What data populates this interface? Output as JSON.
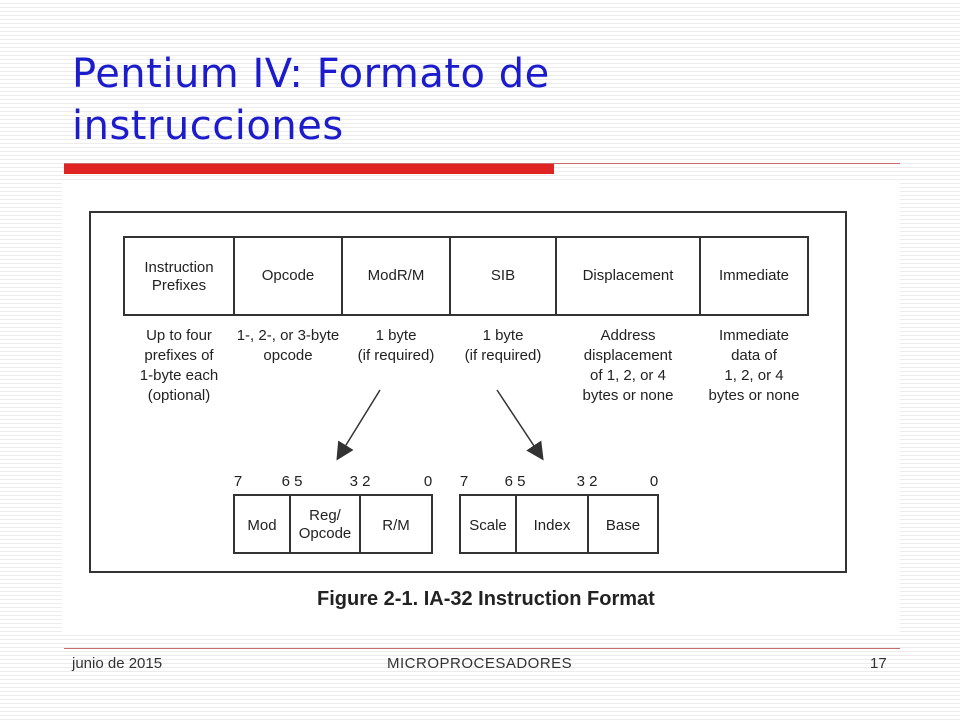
{
  "slide": {
    "title_line1": "Pentium IV: Formato de",
    "title_line2": "instrucciones"
  },
  "colors": {
    "title": "#1c1ccc",
    "accent_red": "#e02424",
    "rule": "#c86b6b"
  },
  "figure": {
    "fields": [
      {
        "label_line1": "Instruction",
        "label_line2": "Prefixes",
        "desc": [
          "Up to four",
          "prefixes of",
          "1-byte each",
          "(optional)"
        ]
      },
      {
        "label_line1": "Opcode",
        "label_line2": "",
        "desc": [
          "1-, 2-, or 3-byte",
          "opcode"
        ]
      },
      {
        "label_line1": "ModR/M",
        "label_line2": "",
        "desc": [
          "1 byte",
          "(if required)"
        ]
      },
      {
        "label_line1": "SIB",
        "label_line2": "",
        "desc": [
          "1 byte",
          "(if required)"
        ]
      },
      {
        "label_line1": "Displacement",
        "label_line2": "",
        "desc": [
          "Address",
          "displacement",
          "of 1, 2, or 4",
          "bytes or none"
        ]
      },
      {
        "label_line1": "Immediate",
        "label_line2": "",
        "desc": [
          "Immediate",
          "data of",
          "1, 2, or 4",
          "bytes or none"
        ]
      }
    ],
    "modrm": {
      "bits": [
        "7",
        "6 5",
        "3 2",
        "0"
      ],
      "cells": [
        {
          "line1": "Mod",
          "line2": ""
        },
        {
          "line1": "Reg/",
          "line2": "Opcode"
        },
        {
          "line1": "R/M",
          "line2": ""
        }
      ]
    },
    "sib": {
      "bits": [
        "7",
        "6 5",
        "3 2",
        "0"
      ],
      "cells": [
        {
          "line1": "Scale",
          "line2": ""
        },
        {
          "line1": "Index",
          "line2": ""
        },
        {
          "line1": "Base",
          "line2": ""
        }
      ]
    },
    "caption": "Figure 2-1.  IA-32 Instruction Format"
  },
  "footer": {
    "date": "junio de 2015",
    "course": "MICROPROCESADORES",
    "page": "17"
  }
}
